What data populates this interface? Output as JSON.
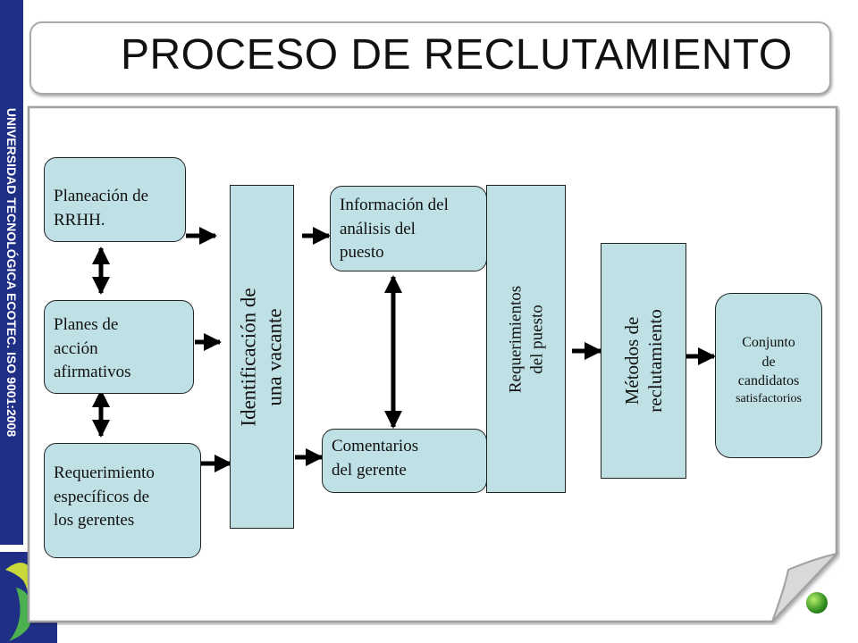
{
  "sidebar": {
    "text": "UNIVERSIDAD TECNOLÓGICA ECOTEC. ISO 9001:2008"
  },
  "title": "PROCESO DE RECLUTAMIENTO",
  "colors": {
    "box_fill": "#bfe0e4",
    "sidebar": "#1f2f86",
    "arrow": "#000000"
  },
  "diagram": {
    "planeacion": [
      "Planeación de",
      "RRHH."
    ],
    "planes": [
      "Planes de",
      "acción",
      "afirmativos"
    ],
    "requerimiento_gerentes": [
      "Requerimiento",
      "específicos de",
      "los gerentes"
    ],
    "identificacion": [
      "Identificación de",
      "una vacante"
    ],
    "informacion": [
      "Información del",
      "análisis del",
      "puesto"
    ],
    "comentarios": [
      "Comentarios",
      "del gerente"
    ],
    "requerimientos_puesto": [
      "Requerimientos",
      "del puesto"
    ],
    "metodos": [
      "Métodos de",
      "reclutamiento"
    ],
    "conjunto": [
      "Conjunto",
      "de",
      "candidatos",
      "satisfactorios"
    ]
  },
  "icons": {
    "logo": "ecotec-logo-icon",
    "corner": "page-curl-icon",
    "gem": "green-sphere-icon"
  }
}
